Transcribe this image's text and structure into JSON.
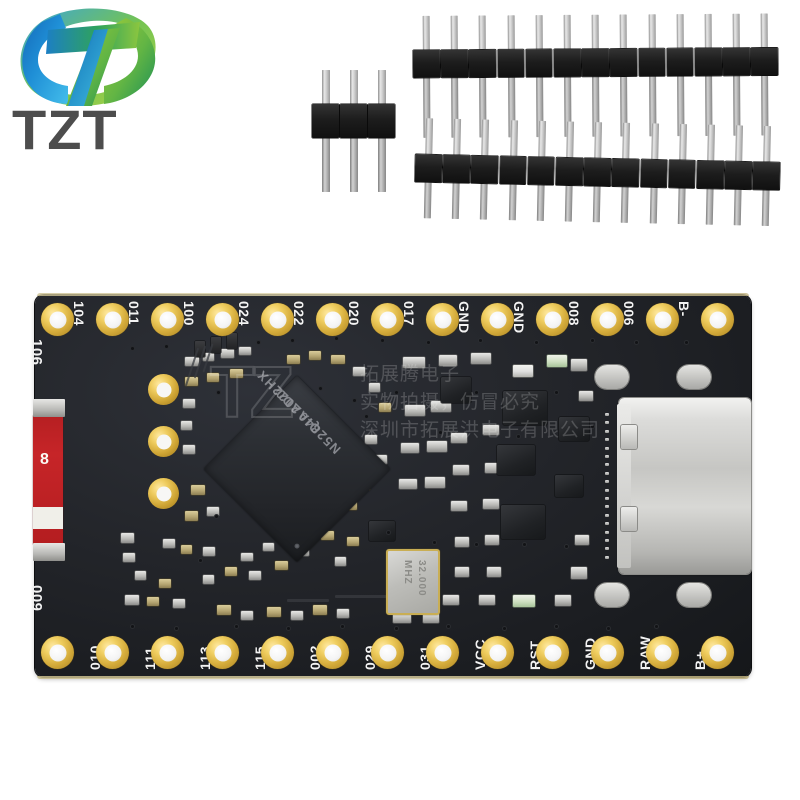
{
  "brand": {
    "name": "TZT",
    "logo_colors": {
      "blue": "#1b8fd4",
      "cyan": "#35b5e8",
      "green": "#7fc241",
      "green_dark": "#2a9a5a",
      "text": "#4d4d4d"
    }
  },
  "watermark": {
    "logo_text": "TZ",
    "line1": "拓展腾电子",
    "line2": "实物拍摄，仿冒必究",
    "line3": "深圳市拓展洪电子有限公司"
  },
  "accessories": {
    "small_header": {
      "label": "3-pin male header",
      "pins": 3
    },
    "long_header_top": {
      "label": "13-pin male header",
      "pins": 13
    },
    "long_header_bottom": {
      "label": "13-pin male header",
      "pins": 13
    }
  },
  "board": {
    "name": "nRF52840 development board",
    "pcb_color": "#1f2125",
    "pad_color": "#d9b346",
    "silkscreen_color": "#f2f2f2",
    "top_pins": [
      {
        "label": "104"
      },
      {
        "label": "011"
      },
      {
        "label": "100"
      },
      {
        "label": "024"
      },
      {
        "label": "022"
      },
      {
        "label": "020"
      },
      {
        "label": "017"
      },
      {
        "label": "GND"
      },
      {
        "label": "GND"
      },
      {
        "label": "008"
      },
      {
        "label": "006"
      },
      {
        "label": "B-"
      },
      {
        "label": ""
      }
    ],
    "bottom_pins": [
      {
        "label": "010"
      },
      {
        "label": "111"
      },
      {
        "label": "113"
      },
      {
        "label": "115"
      },
      {
        "label": "002"
      },
      {
        "label": "029"
      },
      {
        "label": "031"
      },
      {
        "label": "VCC"
      },
      {
        "label": "RST"
      },
      {
        "label": "GND"
      },
      {
        "label": "RAW"
      },
      {
        "label": "B+"
      },
      {
        "label": ""
      }
    ],
    "edge_labels": {
      "top_left": "106",
      "bottom_left": "009"
    },
    "mcu": {
      "line1": "N52840",
      "line2": "QIAAD0",
      "line3": "2022HX"
    },
    "crystal": {
      "value": "32.000",
      "unit": "MHZ"
    },
    "antenna": {
      "marking": "8",
      "color": "#be2225"
    },
    "usb": {
      "type": "USB-C",
      "shell_color": "#cfcfcc"
    }
  }
}
